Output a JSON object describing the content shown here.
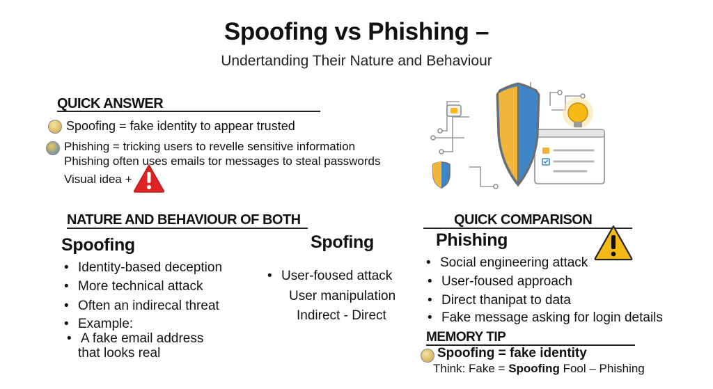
{
  "title": "Spoofing vs Phishing –",
  "subtitle": "Undertanding Their Nature and Behaviour",
  "quick_answer": {
    "heading": "QUICK ANSWER",
    "lines": [
      "Spoofing = fake identity to appear trusted",
      "Phishing = tricking users to revelle sensitive information",
      "Phishing often uses emails tor messages to steal passwords",
      "Visual idea +"
    ]
  },
  "nature": {
    "heading": "NATURE AND BEHAVIOUR OF BOTH",
    "spoofing_title": "Spoofing",
    "spoofing_items": [
      "Identity-based deception",
      "More technical attack",
      "Often an indirecal threat",
      "Example:"
    ],
    "example_item": "A fake email address",
    "example_cont": "that looks real"
  },
  "middle": {
    "title": "Spofing",
    "lines": [
      "User-foʋsed attack",
      "User manipulation",
      "Indirect - Direct"
    ]
  },
  "comparison": {
    "heading": "QUICK COMPARISON",
    "phishing_title": "Phishing",
    "items": [
      "Social engineering attack",
      "User-foused approach",
      "Direct thanipat to data",
      "Fake message asking for login details"
    ]
  },
  "memory_tip": {
    "heading": "MEMORY TIP",
    "line1": "Spoofing = fake identity",
    "line2_pre": "Think: Fake = ",
    "line2_bold": "Spoofing",
    "line2_post": " Fool – Phishing"
  },
  "colors": {
    "shield_gold": "#f2b53a",
    "shield_blue": "#3f86c6",
    "warning_red": "#e02424",
    "warning_yellow": "#f5b915"
  },
  "icons": [
    "warning-icon",
    "shield-icon",
    "lightbulb-icon",
    "browser-window-icon",
    "coin-icon"
  ]
}
